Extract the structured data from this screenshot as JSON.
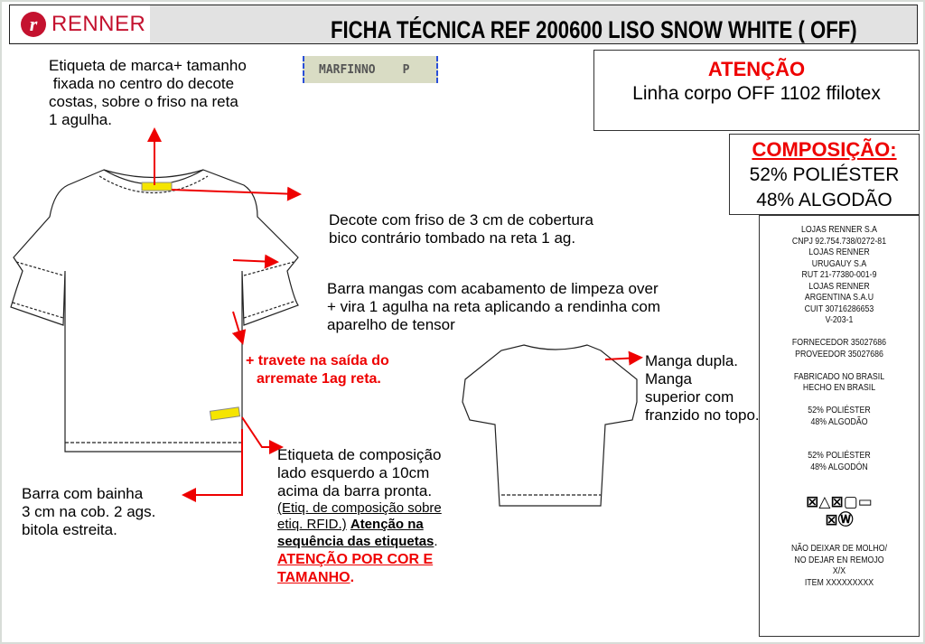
{
  "header": {
    "brand": "RENNER",
    "brand_initial": "r",
    "title": "FICHA TÉCNICA REF 200600 LISO SNOW WHITE ( OFF)"
  },
  "brand_tag": {
    "name": "MARFINNO",
    "size": "P"
  },
  "notes": {
    "brand_label": [
      "Etiqueta de marca+ tamanho",
      " fixada no centro do decote",
      "costas, sobre o friso na reta",
      "1 agulha."
    ],
    "neckline": [
      "Decote com friso de 3 cm de cobertura",
      "bico contrário tombado na reta 1 ag."
    ],
    "sleeve_hem": [
      "Barra mangas com acabamento de limpeza over",
      "+ vira 1 agulha na reta aplicando a rendinha com",
      "aparelho de tensor"
    ],
    "bartack": [
      "+ travete na saída do",
      "arremate 1ag reta."
    ],
    "double_sleeve": [
      "Manga dupla.",
      "Manga",
      "superior com",
      "franzido no topo."
    ],
    "comp_label": [
      "Etiqueta de composição",
      "lado esquerdo a 10cm",
      "acima da barra pronta."
    ],
    "comp_label_sub": [
      "(Etiq. de composição sobre",
      "etiq. RFID.)"
    ],
    "comp_label_attention": "Atenção na",
    "comp_label_seq": "sequência das etiquetas",
    "comp_label_red": [
      "ATENÇÃO POR COR E",
      "TAMANHO"
    ],
    "hem": [
      "Barra com bainha",
      "3 cm na cob. 2 ags.",
      "bitola estreita."
    ]
  },
  "attention": {
    "title": "ATENÇÃO",
    "text": "Linha corpo OFF 1102 ffilotex"
  },
  "composition": {
    "title": "COMPOSIÇÃO:",
    "lines": [
      "52% POLIÉSTER",
      "48% ALGODÃO"
    ]
  },
  "care_label": {
    "lines": [
      "LOJAS RENNER S.A",
      "CNPJ 92.754.738/0272-81",
      "LOJAS RENNER",
      "URUGAUY S.A",
      "RUT 21-77380-001-9",
      "LOJAS RENNER",
      "ARGENTINA S.A.U",
      "CUIT 30716286653",
      "V-203-1",
      "",
      "FORNECEDOR 35027686",
      "PROVEEDOR 35027686",
      "",
      "FABRICADO NO BRASIL",
      "HECHO EN BRASIL",
      "",
      "52% POLIÉSTER",
      "48% ALGODÃO",
      "",
      "",
      "52% POLIÉSTER",
      "48% ALGODÓN"
    ],
    "bottom": [
      "NÃO DEIXAR DE MOLHO/",
      "NO DEJAR EN REMOJO",
      "X/X",
      "ITEM XXXXXXXXX"
    ]
  }
}
